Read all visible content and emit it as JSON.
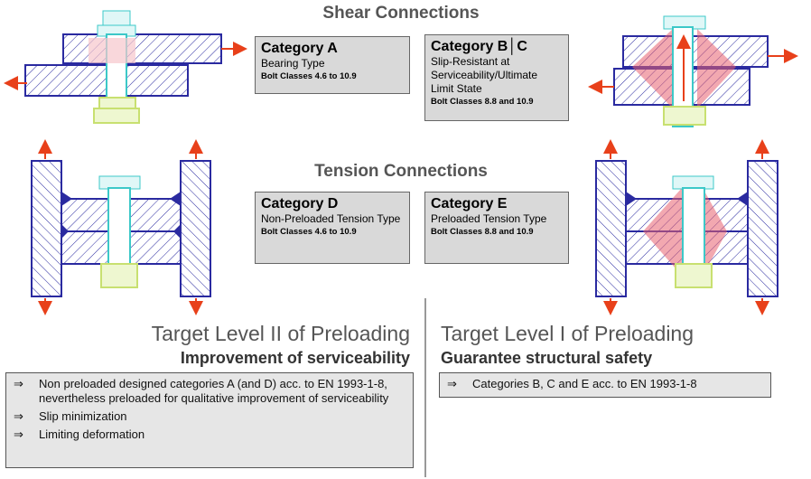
{
  "headings": {
    "shear": "Shear Connections",
    "tension": "Tension Connections"
  },
  "categories": {
    "A": {
      "title": "Category A",
      "type": "Bearing Type",
      "classes": "Bolt Classes 4.6 to 10.9"
    },
    "BC": {
      "title": "Category B│C",
      "type": "Slip-Resistant at Serviceability/Ultimate Limit State",
      "classes": "Bolt Classes 8.8 and 10.9"
    },
    "D": {
      "title": "Category D",
      "type": "Non-Preloaded Tension Type",
      "classes": "Bolt Classes 4.6 to 10.9"
    },
    "E": {
      "title": "Category E",
      "type": "Preloaded Tension Type",
      "classes": "Bolt Classes 8.8 and 10.9"
    }
  },
  "left_target": {
    "title": "Target Level II of Preloading",
    "subtitle": "Improvement of serviceability",
    "items": [
      "Non preloaded designed categories A (and D) acc. to EN 1993-1-8, nevertheless preloaded for qualitative improvement of serviceability",
      "Slip minimization",
      "Limiting deformation"
    ]
  },
  "right_target": {
    "title": "Target Level I of Preloading",
    "subtitle": "Guarantee structural safety",
    "items": [
      "Categories B, C and E acc. to EN 1993-1-8"
    ]
  },
  "bullet_glyph": "⇒",
  "colors": {
    "plate": "#2a2aa0",
    "bolt": "#3cc8c8",
    "nut": "#c8e070",
    "arrow": "#e8401a",
    "pressure": "#e86070",
    "box": "#d9d9d9"
  }
}
